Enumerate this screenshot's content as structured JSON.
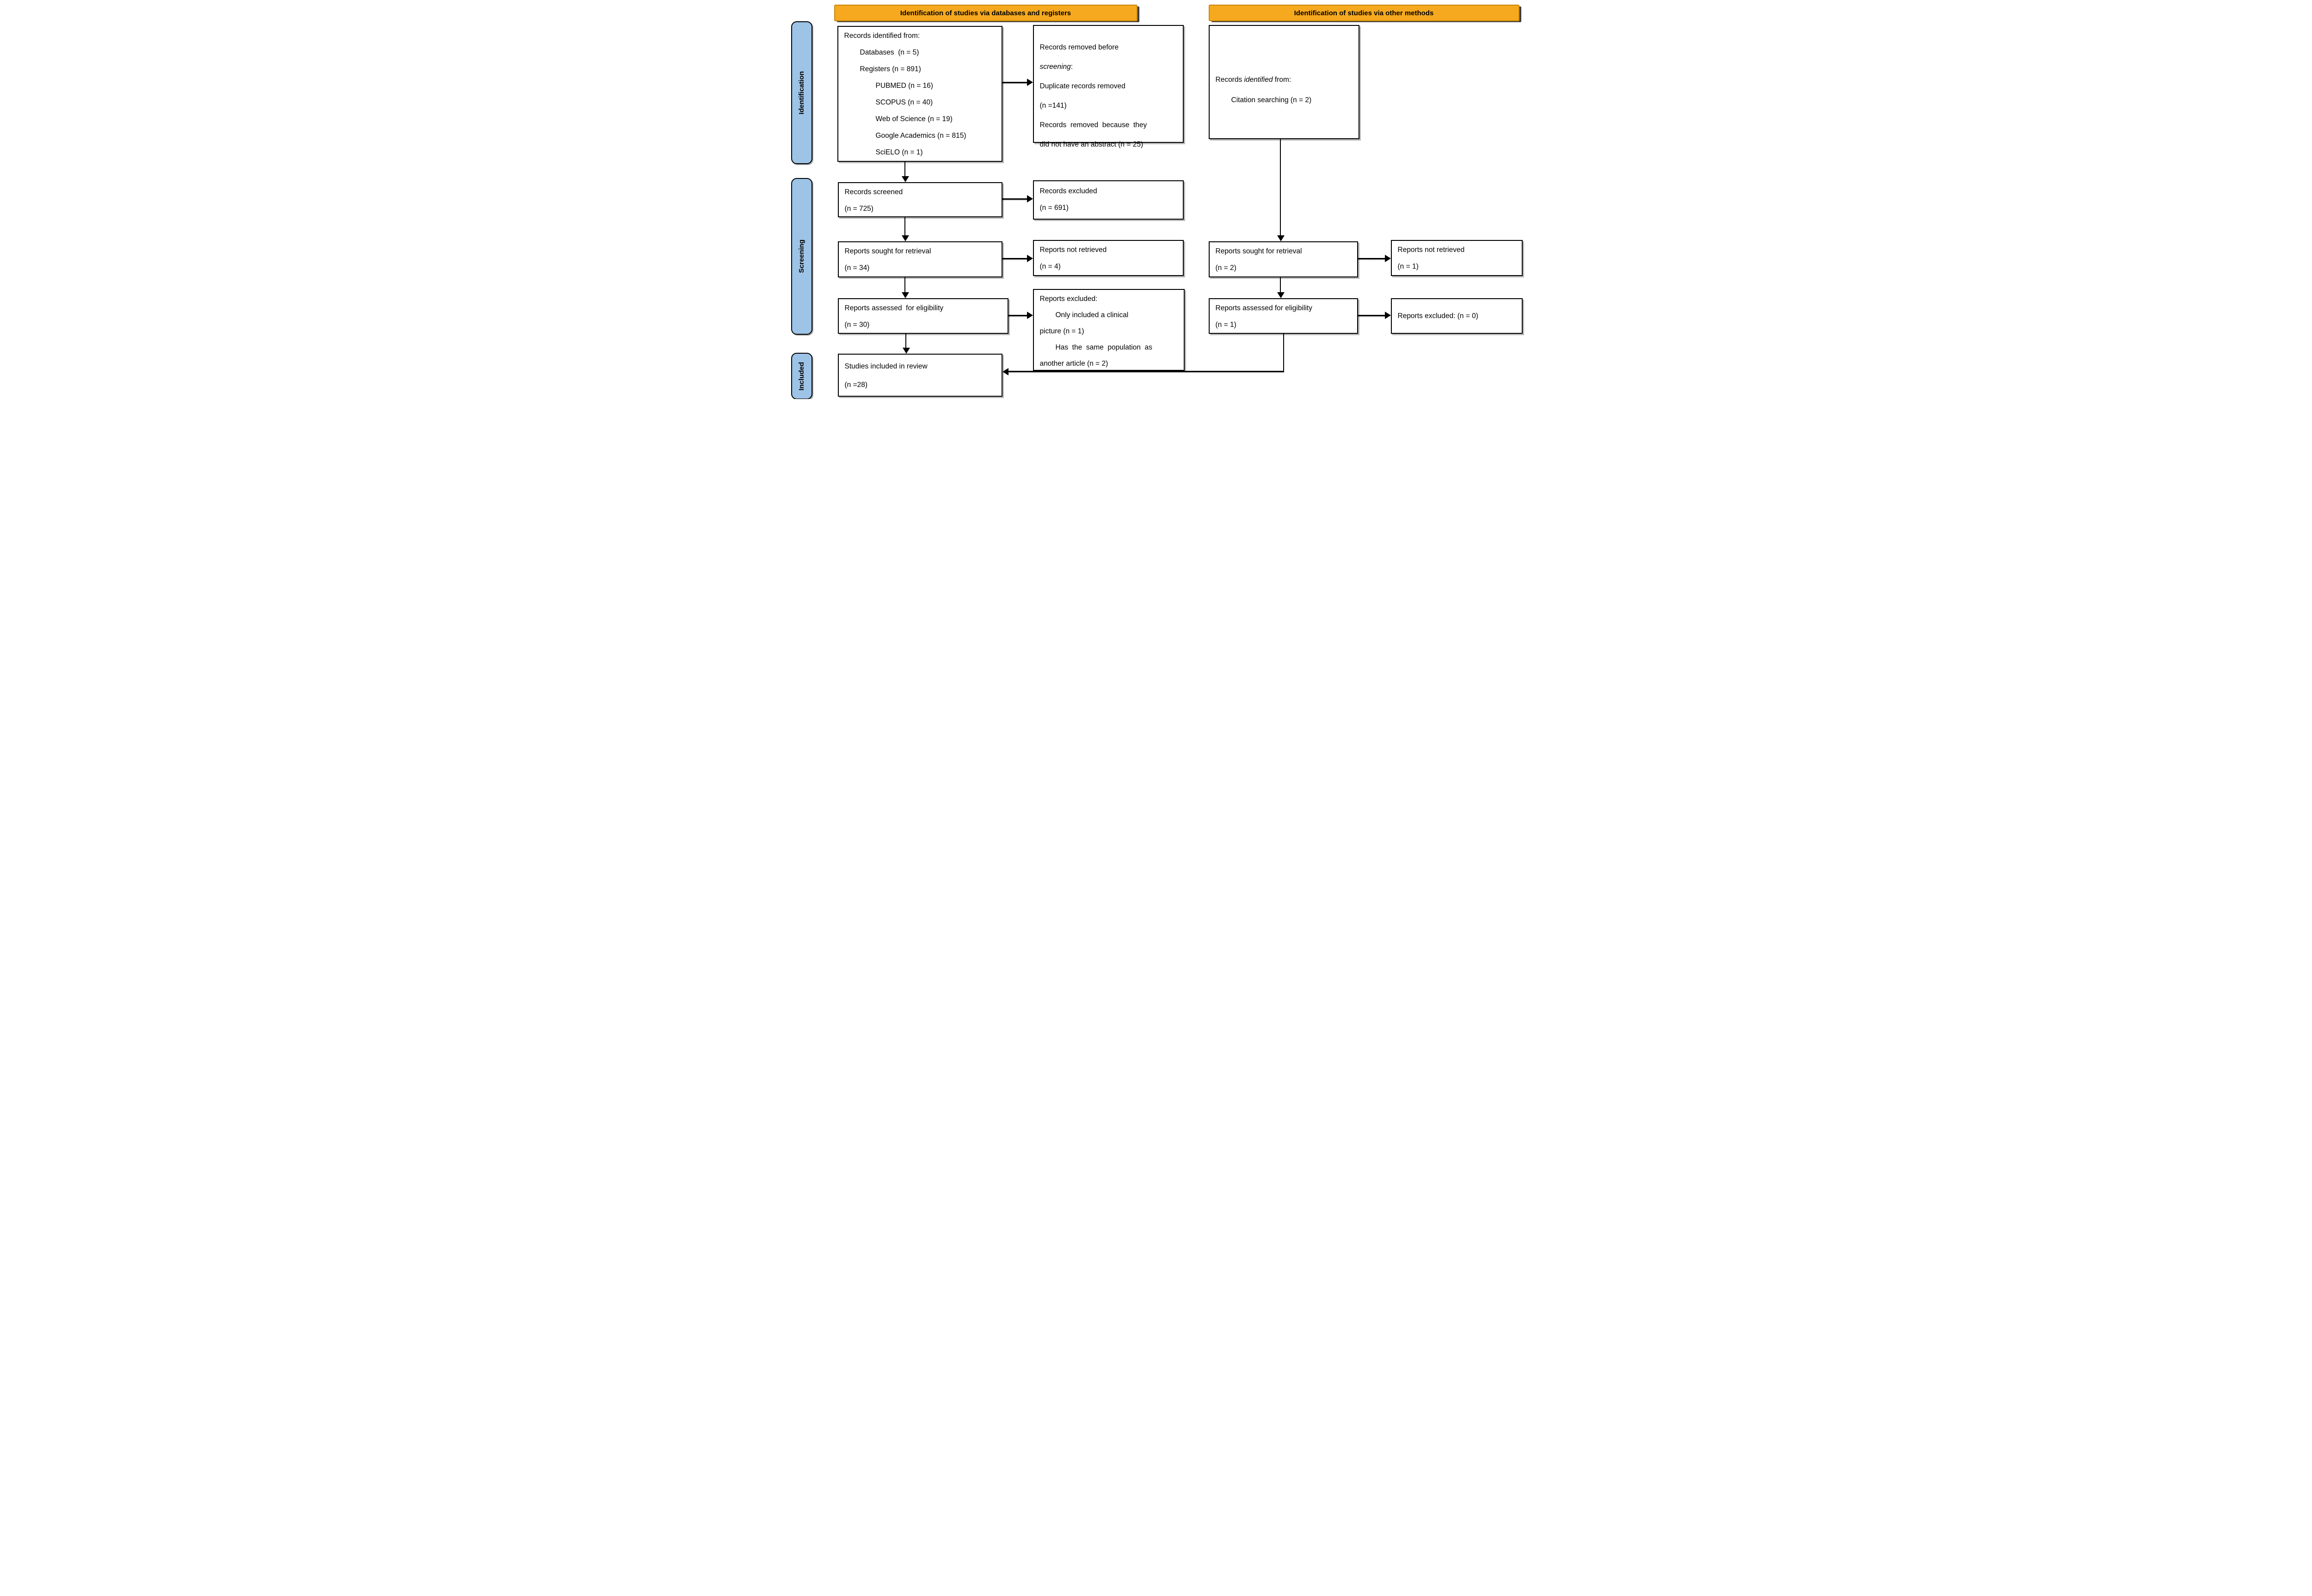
{
  "banners": {
    "databases": "Identification of studies via databases and registers",
    "other": "Identification of studies via other methods"
  },
  "stages": {
    "identification": "Identification",
    "screening": "Screening",
    "included": "Included"
  },
  "colors": {
    "banner_fill": "#F6A91E",
    "banner_border": "#C8860A",
    "stage_fill": "#9DC3E6",
    "box_border": "#000000",
    "background": "#FFFFFF"
  },
  "boxes": {
    "records_identified": {
      "lines": [
        "Records identified from:",
        "Databases  (n = 5)",
        "Registers (n = 891)",
        "PUBMED (n = 16)",
        "SCOPUS (n = 40)",
        "Web of Science (n = 19)",
        "Google Academics (n = 815)",
        "SciELO (n = 1)"
      ]
    },
    "records_removed": {
      "line1": "Records removed before",
      "line2_italic": "screening",
      "line2_rest": ":",
      "line3": "Duplicate records removed",
      "line4": "(n =141)",
      "line5": "Records  removed  because  they",
      "line6": "did not have an abstract (n = 25)"
    },
    "citation": {
      "line1_pre": "Records ",
      "line1_italic": "identified",
      "line1_post": " from:",
      "line2": "Citation searching (n = 2)"
    },
    "records_screened": {
      "line1": "Records screened",
      "line2": "(n = 725)"
    },
    "records_excluded": {
      "line1": "Records excluded",
      "line2": "(n = 691)"
    },
    "reports_sought": {
      "line1": "Reports sought for retrieval",
      "line2": "(n = 34)"
    },
    "reports_not_retrieved": {
      "line1": "Reports not retrieved",
      "line2": "(n = 4)"
    },
    "reports_assessed": {
      "line1": "Reports assessed  for eligibility",
      "line2": "(n = 30)"
    },
    "reports_excluded_reasons": {
      "lines": [
        "Reports excluded:",
        "Only included a clinical",
        "picture (n = 1)",
        "Has  the  same  population  as",
        "another article (n = 2)"
      ]
    },
    "studies_included": {
      "line1": "Studies included in review",
      "line2": "(n =28)"
    },
    "other_sought": {
      "line1": "Reports sought for retrieval",
      "line2": "(n = 2)"
    },
    "other_not_retrieved": {
      "line1": "Reports not retrieved",
      "line2": "(n = 1)"
    },
    "other_assessed": {
      "line1": "Reports assessed for eligibility",
      "line2": "(n = 1)"
    },
    "other_excluded": {
      "line1": "Reports excluded: (n = 0)"
    }
  }
}
